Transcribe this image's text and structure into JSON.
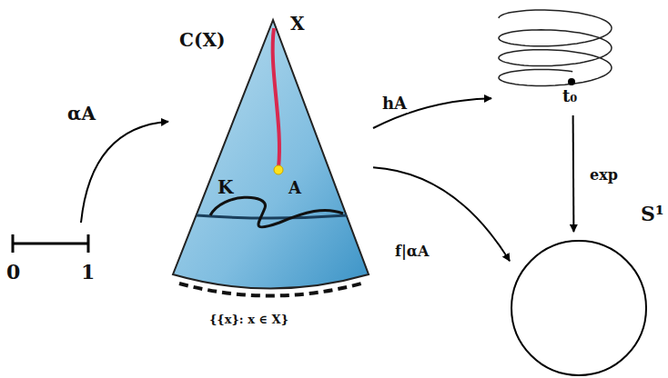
{
  "diagram": {
    "nodes": [
      {
        "text": [
          "0",
          "1"
        ]
      },
      {
        "text": [
          "C(X)",
          "X",
          "A",
          "K",
          "{{x}: x ∈ X}"
        ]
      },
      {
        "text": [
          "t₀"
        ]
      },
      {
        "text": [
          "S¹"
        ]
      }
    ],
    "edges": [
      {
        "from": 0,
        "to": 1,
        "label": "αA",
        "arrow": "to"
      },
      {
        "from": 1,
        "to": 2,
        "label": "hA",
        "arrow": "to"
      },
      {
        "from": 2,
        "to": 3,
        "label": "exp",
        "arrow": "to"
      },
      {
        "from": 1,
        "to": 3,
        "label": "f|αA",
        "arrow": "to"
      }
    ]
  }
}
